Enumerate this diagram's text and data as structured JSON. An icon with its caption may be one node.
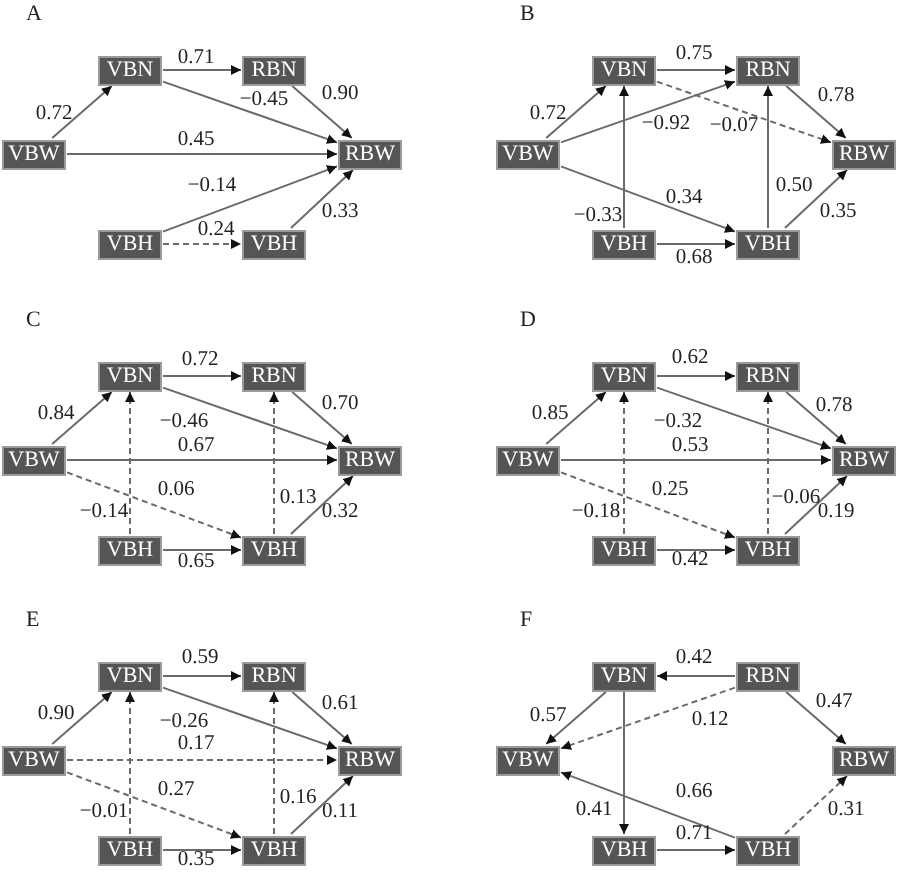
{
  "diagram": {
    "nodes": [
      {
        "text": [
          "VBN"
        ]
      },
      {
        "text": [
          "RBN"
        ]
      },
      {
        "text": [
          "VBW"
        ]
      },
      {
        "text": [
          "RBW"
        ]
      },
      {
        "text": [
          "VBH"
        ]
      },
      {
        "text": [
          "VBH"
        ]
      },
      {
        "text": [
          "VBN"
        ]
      },
      {
        "text": [
          "RBN"
        ]
      },
      {
        "text": [
          "VBW"
        ]
      },
      {
        "text": [
          "RBW"
        ]
      },
      {
        "text": [
          "VBH"
        ]
      },
      {
        "text": [
          "VBH"
        ]
      },
      {
        "text": [
          "VBN"
        ]
      },
      {
        "text": [
          "RBN"
        ]
      },
      {
        "text": [
          "VBW"
        ]
      },
      {
        "text": [
          "RBW"
        ]
      },
      {
        "text": [
          "VBH"
        ]
      },
      {
        "text": [
          "VBH"
        ]
      },
      {
        "text": [
          "VBN"
        ]
      },
      {
        "text": [
          "RBN"
        ]
      },
      {
        "text": [
          "VBW"
        ]
      },
      {
        "text": [
          "RBW"
        ]
      },
      {
        "text": [
          "VBH"
        ]
      },
      {
        "text": [
          "VBH"
        ]
      },
      {
        "text": [
          "VBN"
        ]
      },
      {
        "text": [
          "RBN"
        ]
      },
      {
        "text": [
          "VBW"
        ]
      },
      {
        "text": [
          "RBW"
        ]
      },
      {
        "text": [
          "VBH"
        ]
      },
      {
        "text": [
          "VBH"
        ]
      },
      {
        "text": [
          "VBN"
        ]
      },
      {
        "text": [
          "RBN"
        ]
      },
      {
        "text": [
          "VBW"
        ]
      },
      {
        "text": [
          "RBW"
        ]
      },
      {
        "text": [
          "VBH"
        ]
      },
      {
        "text": [
          "VBH"
        ]
      }
    ],
    "edges": [
      {
        "from": 2,
        "to": 0,
        "arrow": "to",
        "label": "0.72"
      },
      {
        "from": 0,
        "to": 1,
        "arrow": "to",
        "label": "0.71"
      },
      {
        "from": 0,
        "to": 3,
        "arrow": "to",
        "label": "−0.45"
      },
      {
        "from": 2,
        "to": 3,
        "arrow": "to",
        "label": "0.45"
      },
      {
        "from": 4,
        "to": 3,
        "arrow": "to",
        "label": "−0.14"
      },
      {
        "from": 4,
        "to": 5,
        "arrow": "to",
        "label": "0.24",
        "style": "dashed"
      },
      {
        "from": 1,
        "to": 3,
        "arrow": "to",
        "label": "0.90"
      },
      {
        "from": 5,
        "to": 3,
        "arrow": "to",
        "label": "0.33"
      },
      {
        "from": 8,
        "to": 6,
        "arrow": "to",
        "label": "0.72"
      },
      {
        "from": 6,
        "to": 7,
        "arrow": "to",
        "label": "0.75"
      },
      {
        "from": 8,
        "to": 7,
        "arrow": "to",
        "label": "−0.92"
      },
      {
        "from": 6,
        "to": 9,
        "arrow": "to",
        "label": "−0.07",
        "style": "dashed"
      },
      {
        "from": 7,
        "to": 9,
        "arrow": "to",
        "label": "0.78"
      },
      {
        "from": 8,
        "to": 11,
        "arrow": "to",
        "label": "0.34"
      },
      {
        "from": 10,
        "to": 6,
        "arrow": "to",
        "label": "−0.33"
      },
      {
        "from": 10,
        "to": 11,
        "arrow": "to",
        "label": "0.68"
      },
      {
        "from": 11,
        "to": 7,
        "arrow": "to",
        "label": "0.50"
      },
      {
        "from": 11,
        "to": 9,
        "arrow": "to",
        "label": "0.35"
      },
      {
        "from": 14,
        "to": 12,
        "arrow": "to",
        "label": "0.84"
      },
      {
        "from": 12,
        "to": 13,
        "arrow": "to",
        "label": "0.72"
      },
      {
        "from": 12,
        "to": 15,
        "arrow": "to",
        "label": "−0.46"
      },
      {
        "from": 13,
        "to": 15,
        "arrow": "to",
        "label": "0.70"
      },
      {
        "from": 14,
        "to": 15,
        "arrow": "to",
        "label": "0.67"
      },
      {
        "from": 16,
        "to": 12,
        "arrow": "to",
        "label": "−0.14",
        "style": "dashed"
      },
      {
        "from": 14,
        "to": 17,
        "arrow": "to",
        "label": "0.06",
        "style": "dashed"
      },
      {
        "from": 17,
        "to": 13,
        "arrow": "to",
        "label": "0.13",
        "style": "dashed"
      },
      {
        "from": 16,
        "to": 17,
        "arrow": "to",
        "label": "0.65"
      },
      {
        "from": 17,
        "to": 15,
        "arrow": "to",
        "label": "0.32"
      },
      {
        "from": 20,
        "to": 18,
        "arrow": "to",
        "label": "0.85"
      },
      {
        "from": 18,
        "to": 19,
        "arrow": "to",
        "label": "0.62"
      },
      {
        "from": 18,
        "to": 21,
        "arrow": "to",
        "label": "−0.32"
      },
      {
        "from": 19,
        "to": 21,
        "arrow": "to",
        "label": "0.78"
      },
      {
        "from": 20,
        "to": 21,
        "arrow": "to",
        "label": "0.53"
      },
      {
        "from": 22,
        "to": 18,
        "arrow": "to",
        "label": "−0.18",
        "style": "dashed"
      },
      {
        "from": 20,
        "to": 23,
        "arrow": "to",
        "label": "0.25",
        "style": "dashed"
      },
      {
        "from": 23,
        "to": 19,
        "arrow": "to",
        "label": "−0.06",
        "style": "dashed"
      },
      {
        "from": 22,
        "to": 23,
        "arrow": "to",
        "label": "0.42"
      },
      {
        "from": 23,
        "to": 21,
        "arrow": "to",
        "label": "0.19"
      },
      {
        "from": 26,
        "to": 24,
        "arrow": "to",
        "label": "0.90"
      },
      {
        "from": 24,
        "to": 25,
        "arrow": "to",
        "label": "0.59"
      },
      {
        "from": 24,
        "to": 27,
        "arrow": "to",
        "label": "−0.26"
      },
      {
        "from": 25,
        "to": 27,
        "arrow": "to",
        "label": "0.61"
      },
      {
        "from": 26,
        "to": 27,
        "arrow": "to",
        "label": "0.17",
        "style": "dashed"
      },
      {
        "from": 28,
        "to": 24,
        "arrow": "to",
        "label": "−0.01",
        "style": "dashed"
      },
      {
        "from": 26,
        "to": 29,
        "arrow": "to",
        "label": "0.27",
        "style": "dashed"
      },
      {
        "from": 29,
        "to": 25,
        "arrow": "to",
        "label": "0.16",
        "style": "dashed"
      },
      {
        "from": 28,
        "to": 29,
        "arrow": "to",
        "label": "0.35"
      },
      {
        "from": 29,
        "to": 27,
        "arrow": "to",
        "label": "0.11"
      },
      {
        "from": 31,
        "to": 30,
        "arrow": "to",
        "label": "0.42"
      },
      {
        "from": 30,
        "to": 32,
        "arrow": "to",
        "label": "0.57"
      },
      {
        "from": 31,
        "to": 32,
        "arrow": "to",
        "label": "0.12",
        "style": "dashed"
      },
      {
        "from": 31,
        "to": 33,
        "arrow": "to",
        "label": "0.47"
      },
      {
        "from": 30,
        "to": 34,
        "arrow": "to",
        "label": "0.41"
      },
      {
        "from": 34,
        "to": 35,
        "arrow": "to",
        "label": "0.71"
      },
      {
        "from": 35,
        "to": 32,
        "arrow": "to",
        "label": "0.66"
      },
      {
        "from": 35,
        "to": 33,
        "arrow": "to",
        "label": "0.31",
        "style": "dashed"
      }
    ],
    "labels": [
      "A",
      "B",
      "C",
      "D",
      "E",
      "F"
    ]
  }
}
